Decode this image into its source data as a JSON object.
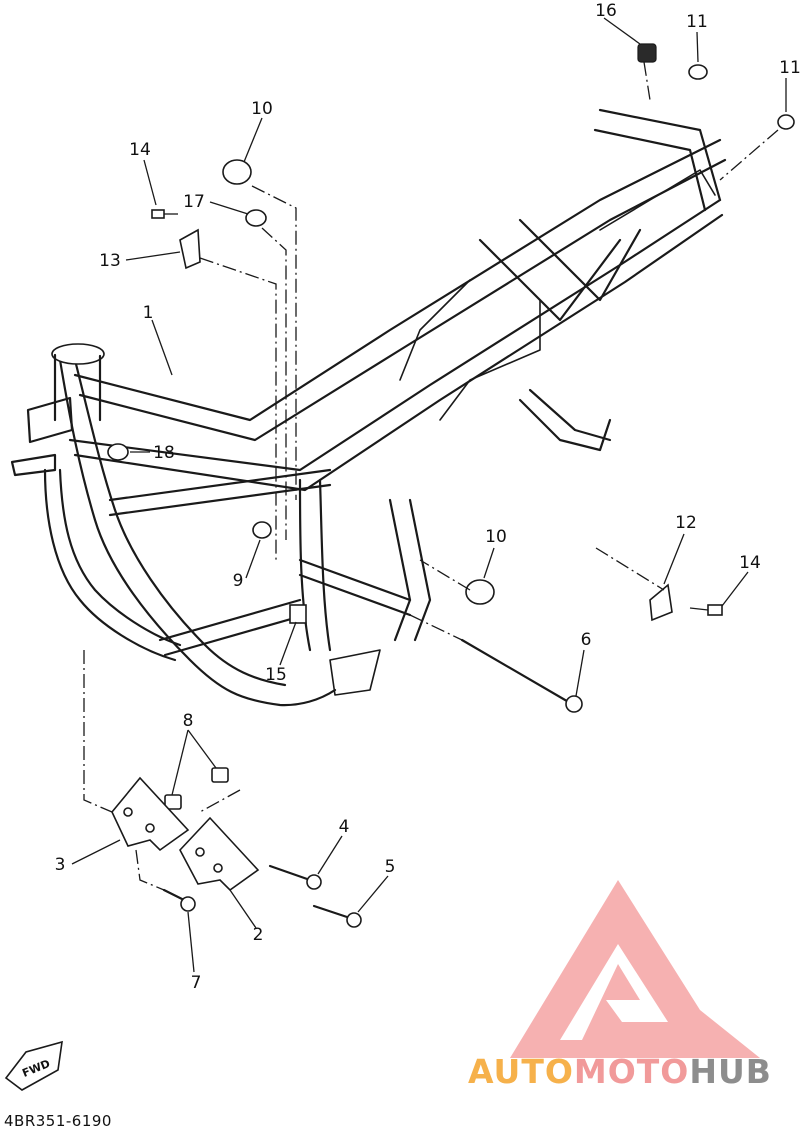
{
  "diagram": {
    "callouts": [
      "1",
      "2",
      "3",
      "4",
      "5",
      "6",
      "7",
      "8",
      "9",
      "10",
      "10",
      "11",
      "11",
      "12",
      "13",
      "14",
      "14",
      "15",
      "16",
      "17",
      "18"
    ],
    "fwd_label": "FWD",
    "part_code": "4BR351-6190"
  },
  "watermark": {
    "word_1": "AUTO",
    "word_2": "MOTO",
    "word_3": "HUB",
    "colors": {
      "logo_red": "#f08080",
      "auto": "#f6b14b",
      "moto": "#f19a9a",
      "hub": "#8d8d8d"
    }
  }
}
